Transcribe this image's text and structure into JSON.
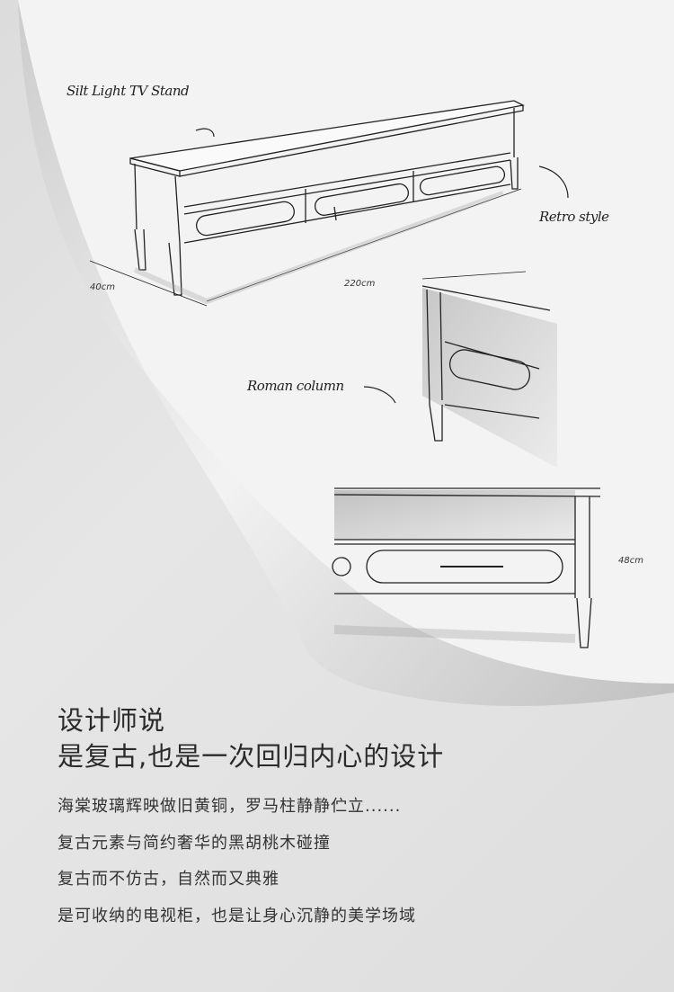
{
  "sketch_labels": {
    "product_name": "Silt Light TV Stand",
    "retro_style": "Retro style",
    "roman_column": "Roman column",
    "depth": "40cm",
    "width": "220cm",
    "height": "48cm"
  },
  "headline": {
    "line1": "设计师说",
    "line2": "是复古,也是一次回归内心的设计"
  },
  "description": [
    "海棠玻璃辉映做旧黄铜，罗马柱静静伫立......",
    "复古元素与简约奢华的黑胡桃木碰撞",
    "复古而不仿古，自然而又典雅",
    "是可收纳的电视柜，也是让身心沉静的美学场域"
  ]
}
